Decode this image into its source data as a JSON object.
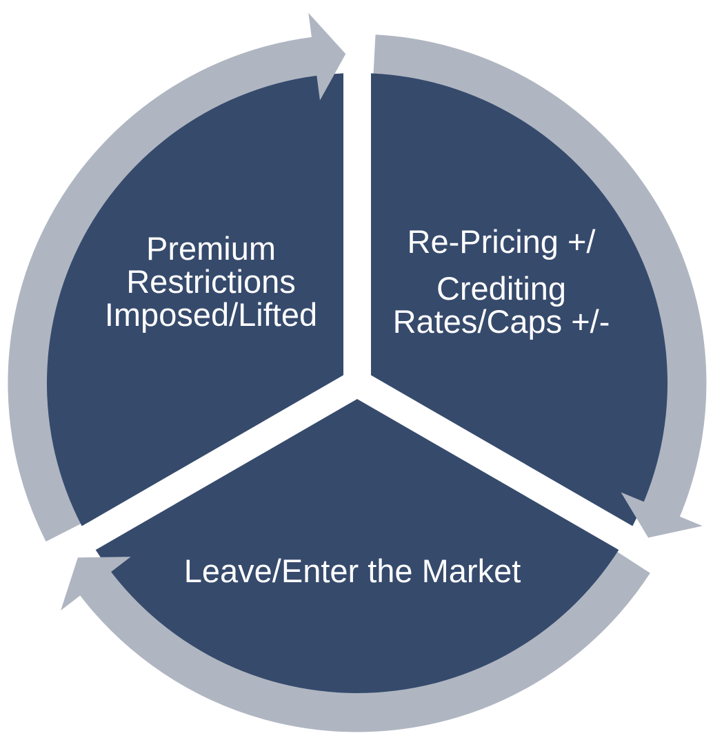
{
  "diagram": {
    "type": "cycle-diagram",
    "flow_direction": "clockwise",
    "colors": {
      "segment_fill": "#364A6C",
      "arrow_ring": "#AFB6C1",
      "label_text": "#FFFFFF",
      "background": "#FFFFFF"
    },
    "segments": [
      {
        "position": "upper-left",
        "lines": [
          "Premium",
          "Restrictions",
          "Imposed/Lifted"
        ]
      },
      {
        "position": "upper-right",
        "paragraphs": [
          {
            "lines": [
              "Re-Pricing +/"
            ]
          },
          {
            "lines": [
              "Crediting",
              "Rates/Caps +/-"
            ]
          }
        ]
      },
      {
        "position": "bottom",
        "lines": [
          "Leave/Enter the Market"
        ]
      }
    ]
  }
}
